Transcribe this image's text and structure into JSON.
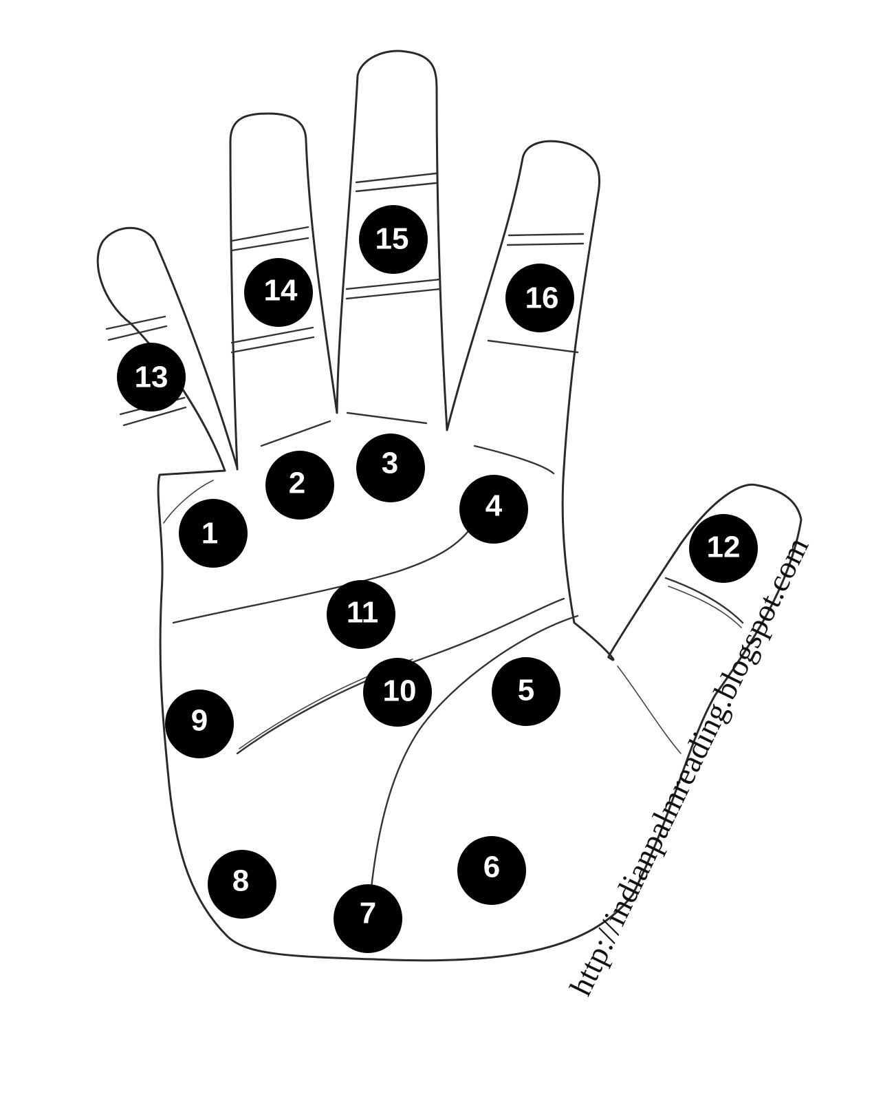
{
  "diagram": {
    "points": [
      {
        "label": "1"
      },
      {
        "label": "2"
      },
      {
        "label": "3"
      },
      {
        "label": "4"
      },
      {
        "label": "5"
      },
      {
        "label": "6"
      },
      {
        "label": "7"
      },
      {
        "label": "8"
      },
      {
        "label": "9"
      },
      {
        "label": "10"
      },
      {
        "label": "11"
      },
      {
        "label": "12"
      },
      {
        "label": "13"
      },
      {
        "label": "14"
      },
      {
        "label": "15"
      },
      {
        "label": "16"
      }
    ],
    "watermark": "http://indianpalmreading.blogspot.com",
    "colors": {
      "dot": "#000000",
      "label": "#ffffff",
      "ink": "#2a2a2a"
    }
  }
}
